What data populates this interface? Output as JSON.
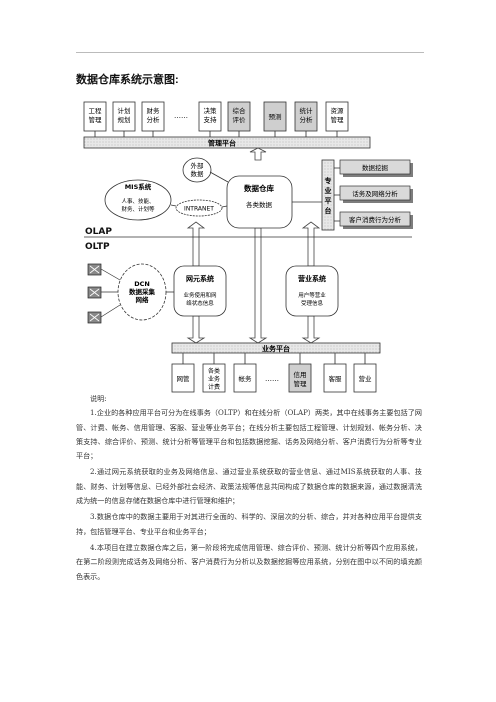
{
  "title": "数据仓库系统示意图:",
  "top_modules": [
    "工程管理",
    "计划规划",
    "财务分析",
    "决策支持",
    "综合评价",
    "预测",
    "统计分析",
    "资源管理"
  ],
  "ellipsis": "……",
  "mgmt_platform": "管理平台",
  "mis": {
    "title": "MIS系统",
    "sub1": "人事、技能、",
    "sub2": "财务、计划等"
  },
  "external": "外部数据",
  "intranet": "INTRANET",
  "warehouse": {
    "title": "数据仓库",
    "sub": "各类数据"
  },
  "pro_platform": "专业平台",
  "pro_outputs": [
    "数据挖掘",
    "话务及网络分析",
    "客户消费行为分析"
  ],
  "olap": "OLAP",
  "oltp": "OLTP",
  "dcn": "DCN数据采集网络",
  "netelem": {
    "title": "网元系统",
    "sub1": "业务使用和网",
    "sub2": "络状态信息"
  },
  "business": {
    "title": "营业系统",
    "sub1": "用户等营业",
    "sub2": "受理信息"
  },
  "biz_platform": "业务平台",
  "bottom_modules": [
    "网管",
    "各类业务计费",
    "帐务",
    "信用管理",
    "客服",
    "营业"
  ],
  "notes": {
    "lead": "说明:",
    "p1": "1.企业的各种应用平台可分为在线事务（OLTP）和在线分析（OLAP）两类，其中在线事务主要包括了网管、计费、帐务、信用管理、客服、营业等业务平台；在线分析主要包括工程管理、计划规划、帐务分析、决策支持、综合评价、预测、统计分析等管理平台和包括数据挖掘、话务及网络分析、客户消费行为分析等专业平台；",
    "p2": "2.通过网元系统获取的业务及网络信息、通过营业系统获取的营业信息、通过MIS系统获取的人事、技能、财务、计划等信息、已经外部社会经济、政策法规等信息共同构成了数据仓库的数据来源，通过数据清洗成为统一的信息存储在数据仓库中进行管理和维护；",
    "p3": "3.数据仓库中的数据主要用于对其进行全面的、科学的、深层次的分析、综合，并对各种应用平台提供支持，包括管理平台、专业平台和业务平台；",
    "p4": "4.本项目在建立数据仓库之后，第一阶段将完成信用管理、综合评价、预测、统计分析等四个应用系统，在第二阶段则完成话务及网络分析、客户消费行为分析以及数据挖掘等应用系统，分别在图中以不同的填充颜色表示。"
  }
}
